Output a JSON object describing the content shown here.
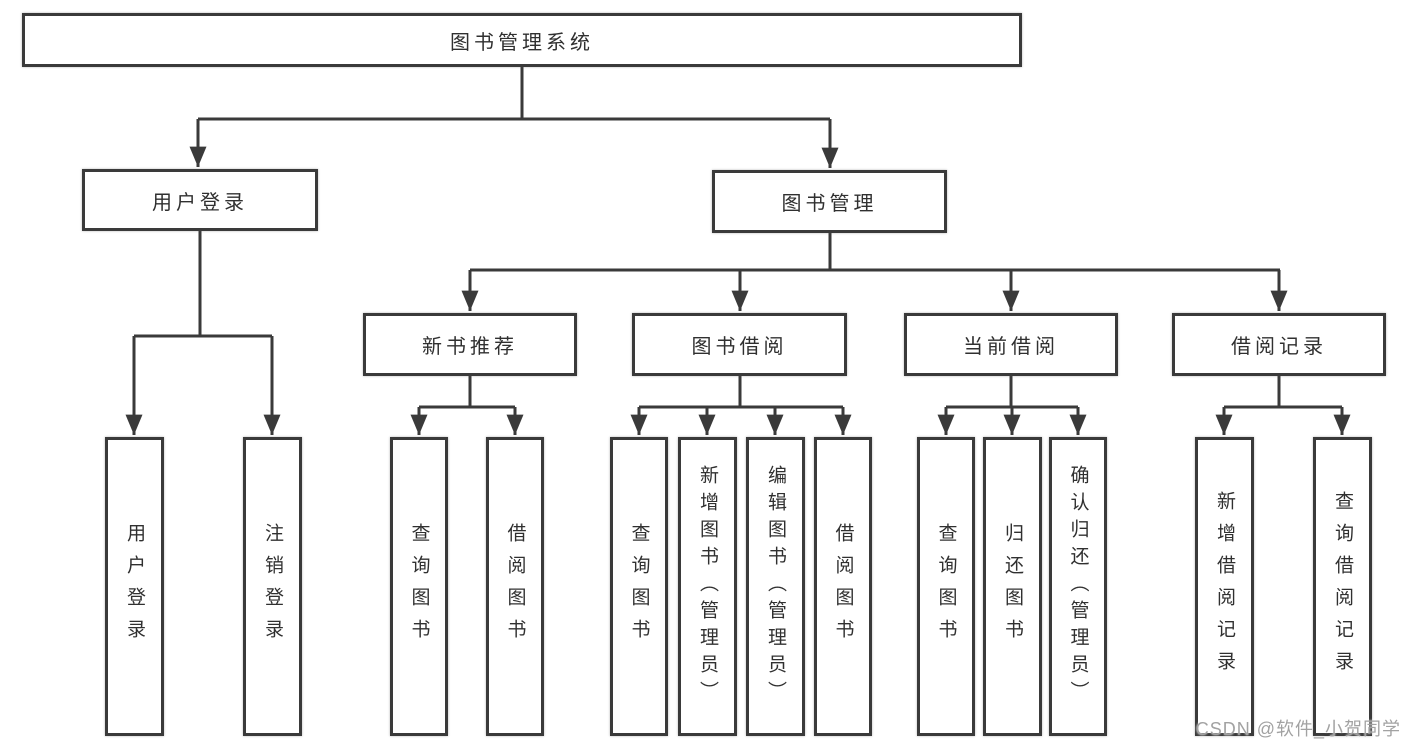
{
  "colors": {
    "line": "#3a3a3a",
    "box_border": "#3a3a3a",
    "text": "#303030",
    "background": "#ffffff",
    "watermark": "#a2a2a2"
  },
  "diagram": {
    "root": {
      "label": "图书管理系统"
    },
    "level2": [
      {
        "id": "user-login",
        "label": "用户登录"
      },
      {
        "id": "book-management",
        "label": "图书管理"
      }
    ],
    "level3": [
      {
        "id": "new-book-recommendation",
        "label": "新书推荐"
      },
      {
        "id": "book-borrowing",
        "label": "图书借阅"
      },
      {
        "id": "current-borrowing",
        "label": "当前借阅"
      },
      {
        "id": "borrowing-records",
        "label": "借阅记录"
      }
    ],
    "leaves": [
      {
        "id": "user-login-leaf",
        "label": "用户登录"
      },
      {
        "id": "logout-leaf",
        "label": "注销登录"
      },
      {
        "id": "nbr-query-books",
        "label": "查询图书"
      },
      {
        "id": "nbr-borrow-books",
        "label": "借阅图书"
      },
      {
        "id": "bb-query-books",
        "label": "查询图书"
      },
      {
        "id": "bb-add-books-admin",
        "label": "新增图书（管理员）"
      },
      {
        "id": "bb-edit-books-admin",
        "label": "编辑图书（管理员）"
      },
      {
        "id": "bb-borrow-books",
        "label": "借阅图书"
      },
      {
        "id": "cb-query-books",
        "label": "查询图书"
      },
      {
        "id": "cb-return-books",
        "label": "归还图书"
      },
      {
        "id": "cb-confirm-return-admin",
        "label": "确认归还（管理员）"
      },
      {
        "id": "br-add-borrow-record",
        "label": "新增借阅记录"
      },
      {
        "id": "br-query-borrow-record",
        "label": "查询借阅记录"
      }
    ]
  },
  "watermark": {
    "text": "CSDN @软件_小贺同学"
  }
}
